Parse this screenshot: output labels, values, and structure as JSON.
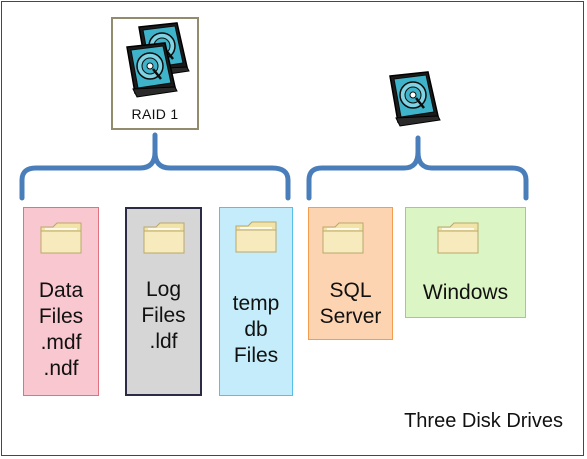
{
  "raid": {
    "label": "RAID 1"
  },
  "cards": [
    {
      "id": "data-files",
      "lines": [
        "Data",
        "Files",
        ".mdf",
        ".ndf"
      ]
    },
    {
      "id": "log-files",
      "lines": [
        "Log",
        "Files",
        ".ldf"
      ]
    },
    {
      "id": "tempdb-files",
      "lines": [
        "temp",
        "db",
        "Files"
      ]
    },
    {
      "id": "sql-server",
      "lines": [
        "SQL",
        "Server"
      ]
    },
    {
      "id": "windows",
      "lines": [
        "Windows"
      ]
    }
  ],
  "caption": "Three Disk Drives",
  "colors": {
    "border": "#2d4b73",
    "bracket": "#4a7ebb",
    "data_fill": "#f9c7cf",
    "data_border": "#e0717f",
    "log_fill": "#d6d6d6",
    "log_border": "#2b2b45",
    "temp_fill": "#c4ecfa",
    "temp_border": "#56c0ea",
    "sql_fill": "#fdd4b2",
    "sql_border": "#f59d4f",
    "win_fill": "#dcf5c4",
    "win_border": "#9fd26a",
    "disk_accent": "#3fb3c9"
  },
  "icons": [
    "hard-disk-icon",
    "folder-icon"
  ]
}
